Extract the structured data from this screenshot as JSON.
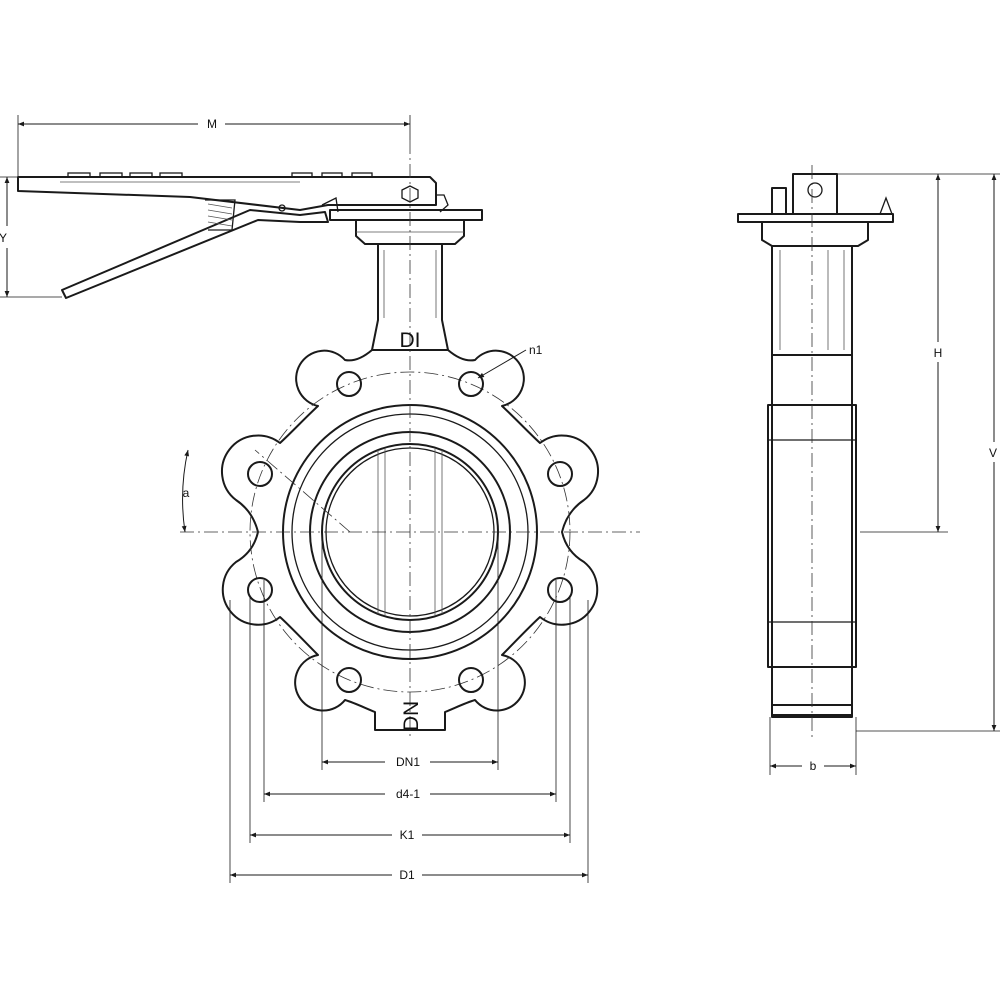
{
  "dimensions": {
    "M": "M",
    "Y": "Y",
    "H": "H",
    "V": "V",
    "a": "a",
    "b": "b",
    "n1": "n1",
    "DN1": "DN1",
    "d4_1": "d4-1",
    "K1": "K1",
    "D1": "D1"
  },
  "markings": {
    "body_top": "DI",
    "body_bottom": "DN"
  }
}
